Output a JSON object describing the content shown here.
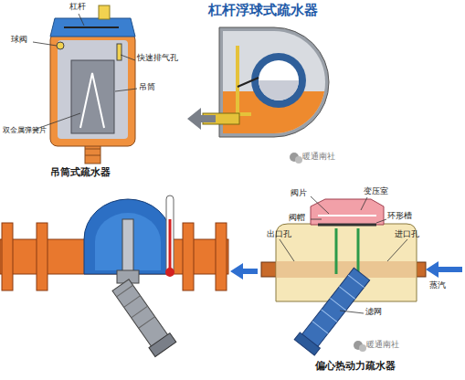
{
  "diagram": {
    "title": "杠杆浮球式疏水器",
    "labels": [
      "杠杆",
      "球阀",
      "快速排气孔",
      "吊筒",
      "双金属弹簧片",
      "吊筒式疏水器",
      "暖通南社",
      "阀片",
      "变压室",
      "阀帽",
      "环形槽",
      "出口孔",
      "进口孔",
      "蒸汽",
      "滤网",
      "暖通南社",
      "偏心热动力疏水器"
    ]
  }
}
